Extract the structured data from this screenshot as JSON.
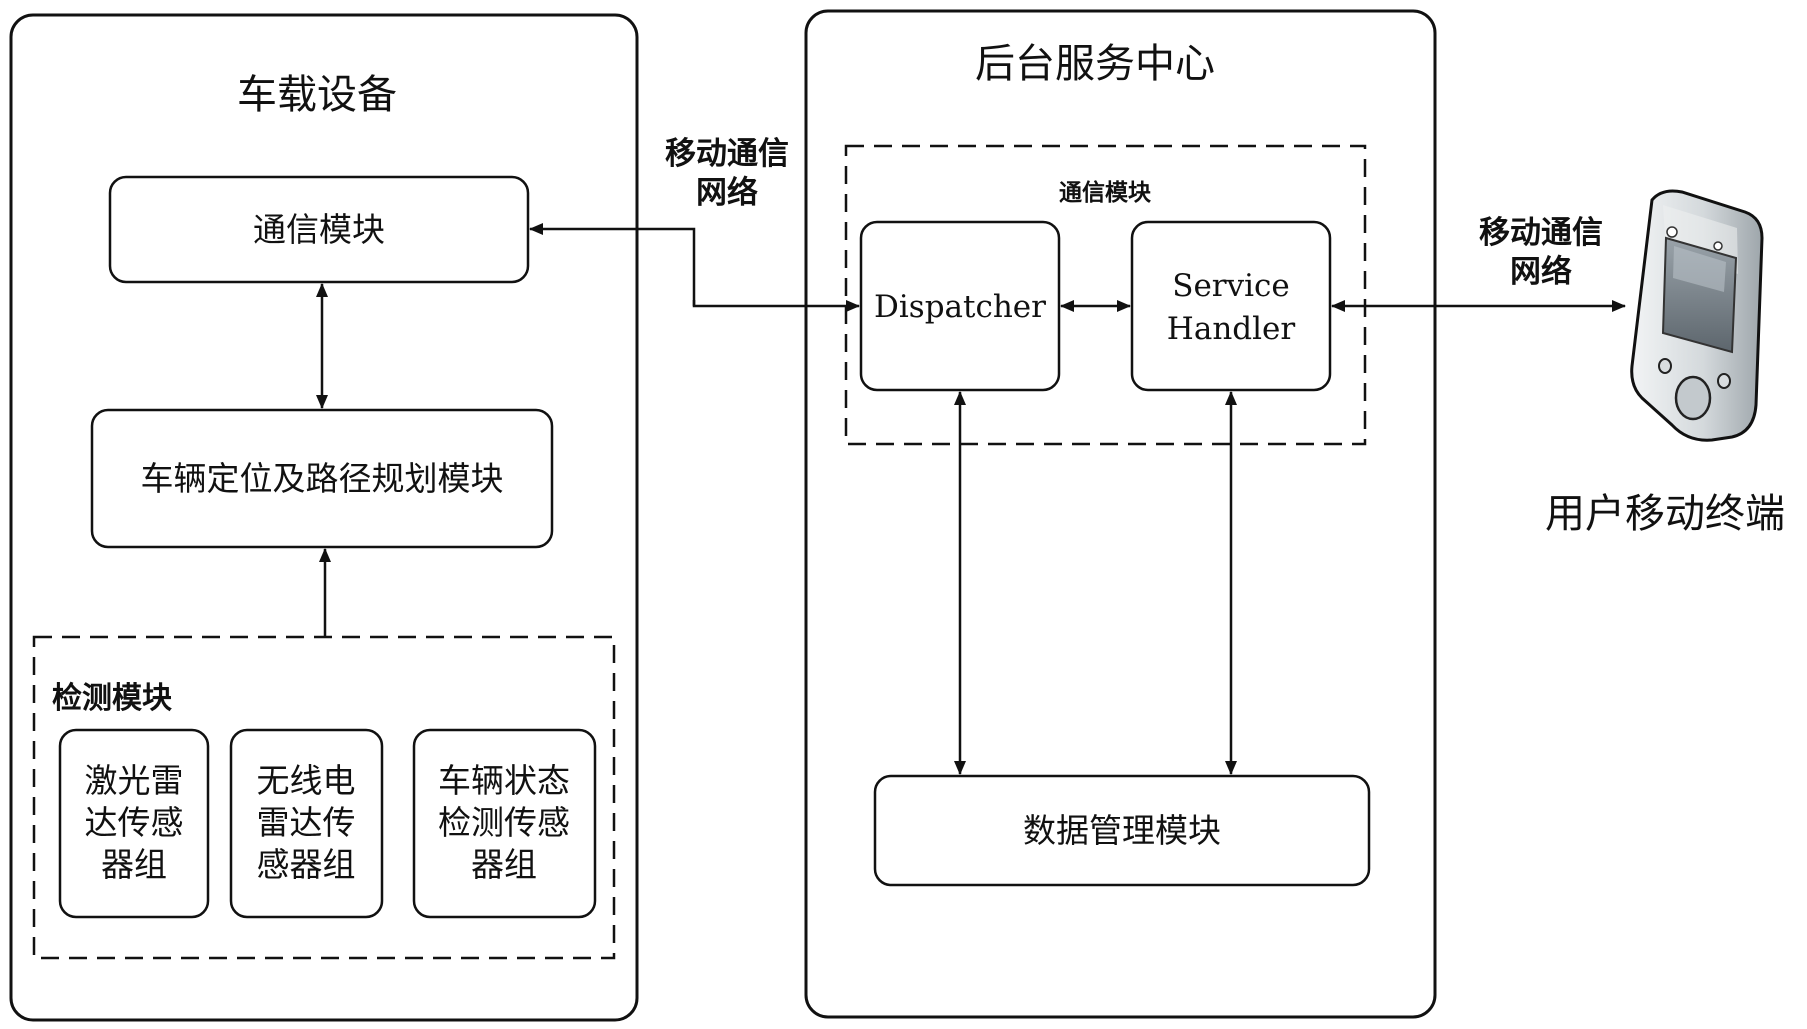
{
  "vehicle": {
    "title": "车载设备",
    "comm_module": "通信模块",
    "positioning_module": "车辆定位及路径规划模块",
    "detection": {
      "title": "检测模块",
      "lidar": [
        "激光雷",
        "达传感",
        "器组"
      ],
      "radar": [
        "无线电",
        "雷达传",
        "感器组"
      ],
      "state": [
        "车辆状态",
        "检测传感",
        "器组"
      ]
    }
  },
  "backend": {
    "title": "后台服务中心",
    "comm_group": {
      "title": "通信模块",
      "dispatcher": "Dispatcher",
      "service_handler": [
        "Service",
        "Handler"
      ]
    },
    "data_module": "数据管理模块"
  },
  "links": {
    "vehicle_backend": [
      "移动通信",
      "网络"
    ],
    "backend_terminal": [
      "移动通信",
      "网络"
    ]
  },
  "terminal": {
    "label": "用户移动终端",
    "icon": "mobile-phone-icon"
  },
  "colors": {
    "stroke": "#111111",
    "phone_body": "#d9dde0",
    "phone_screen": "#7f8890"
  }
}
